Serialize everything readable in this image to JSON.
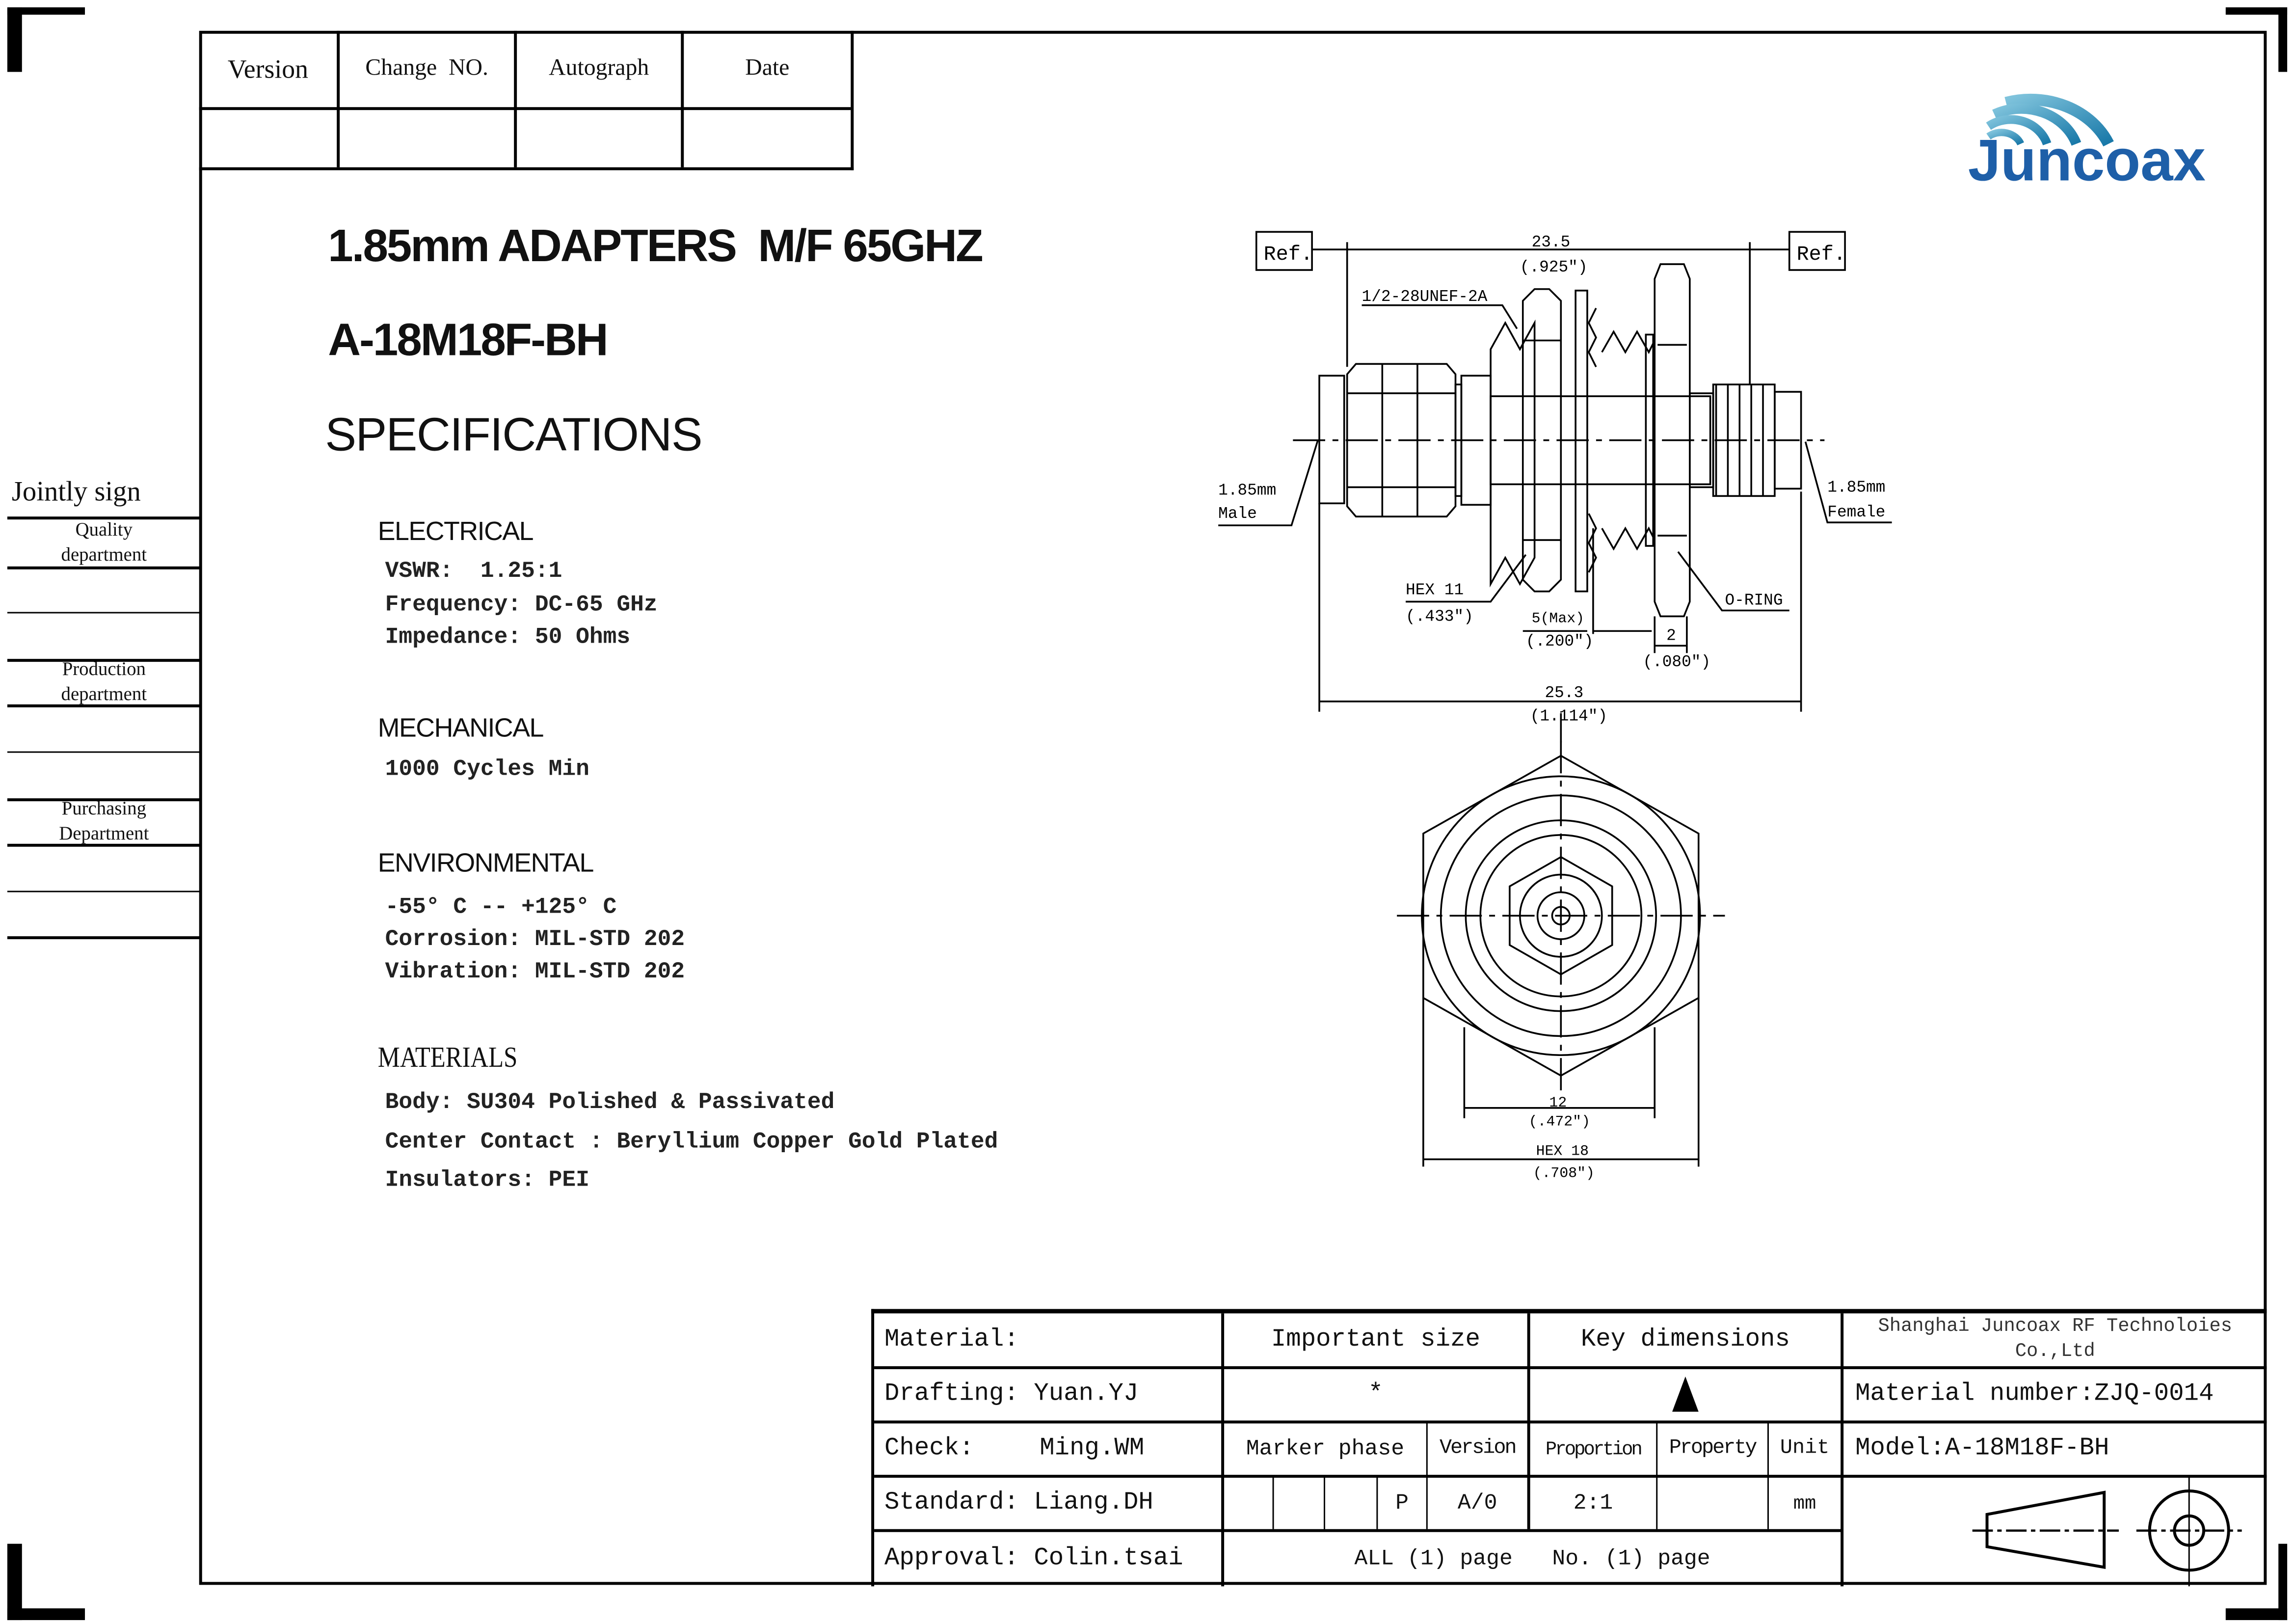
{
  "revision_table": {
    "headers": [
      "Version",
      "Change  NO.",
      "Autograph",
      "Date"
    ]
  },
  "sign_panel": {
    "title": "Jointly sign",
    "departments": [
      [
        "Quality",
        "department"
      ],
      [
        "Production",
        "department"
      ],
      [
        "Purchasing",
        "Department"
      ]
    ]
  },
  "logo": {
    "text": "Juncoax",
    "color": "#1e5fa8"
  },
  "title": {
    "line1": "1.85mm ADAPTERS  M/F 65GHZ",
    "part_no": "A-18M18F-BH",
    "section": "SPECIFICATIONS"
  },
  "specs": [
    {
      "heading": "ELECTRICAL",
      "lines": [
        "VSWR:  1.25:1",
        "Frequency: DC-65 GHz",
        "Impedance: 50 Ohms"
      ]
    },
    {
      "heading": "MECHANICAL",
      "lines": [
        "1000 Cycles Min"
      ]
    },
    {
      "heading": "ENVIRONMENTAL",
      "lines": [
        "-55° C -- +125° C",
        "Corrosion: MIL-STD 202",
        "Vibration: MIL-STD 202"
      ]
    },
    {
      "heading": "MATERIALS",
      "lines": [
        "Body: SU304 Polished & Passivated",
        "Center Contact : Beryllium Copper Gold Plated",
        "Insulators: PEI"
      ]
    }
  ],
  "drawing": {
    "ref_left": "Ref.",
    "ref_right": "Ref.",
    "overall_top": "23.5",
    "overall_top_in": "(.925\")",
    "thread": "1/2-28UNEF-2A",
    "male_label": [
      "1.85mm",
      "Male"
    ],
    "female_label": [
      "1.85mm",
      "Female"
    ],
    "hex11": "HEX 11",
    "hex11_in": "(.433\")",
    "max5": "5(Max)",
    "max5_in": "(.200\")",
    "two": "2",
    "two_in": "(.080\")",
    "oring": "O-RING",
    "overall_bottom": "25.3",
    "overall_bottom_in": "(1.114\")",
    "front_12": "12",
    "front_12_in": "(.472\")",
    "hex18": "HEX 18",
    "hex18_in": "(.708\")"
  },
  "title_block": {
    "material": "Material:",
    "important_size": "Important size",
    "key_dimensions": "Key dimensions",
    "company": [
      "Shanghai Juncoax RF Technoloies",
      "Co.,Ltd"
    ],
    "drafting": "Drafting: Yuan.YJ",
    "important_mark": "*",
    "material_number": "Material number:ZJQ-0014",
    "check_label": "Check:",
    "check_name": "Ming.WM",
    "marker_phase": "Marker phase",
    "version": "Version",
    "proportion": "Proportion",
    "property": "Property",
    "unit": "Unit",
    "model": "Model:A-18M18F-BH",
    "standard": "Standard: Liang.DH",
    "phase_value": "P",
    "version_value": "A/0",
    "proportion_value": "2:1",
    "unit_value": "mm",
    "approval": "Approval: Colin.tsai",
    "pages": "ALL (1) page   No. (1) page"
  }
}
